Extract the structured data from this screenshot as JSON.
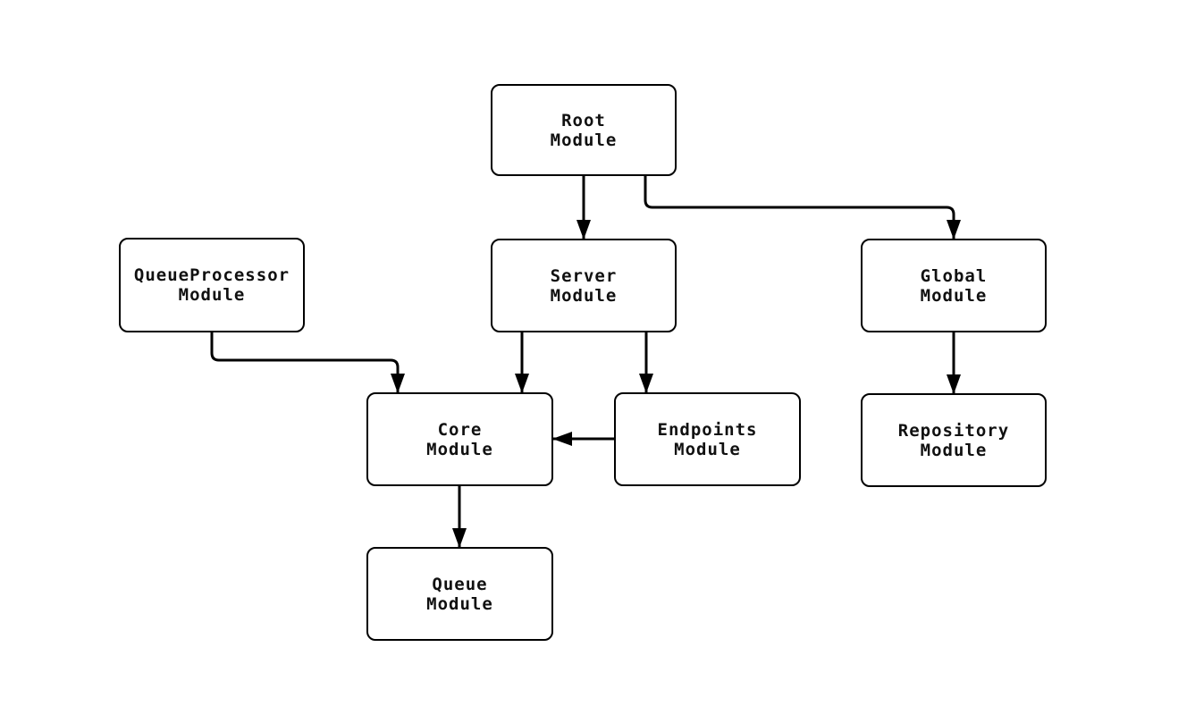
{
  "diagram": {
    "background_color": "#ffffff",
    "stroke_color": "#000000",
    "text_color": "#111111",
    "nodes": [
      {
        "id": "root",
        "label": "Root\nModule"
      },
      {
        "id": "queue_processor",
        "label": "QueueProcessor\nModule"
      },
      {
        "id": "server",
        "label": "Server\nModule"
      },
      {
        "id": "global",
        "label": "Global\nModule"
      },
      {
        "id": "core",
        "label": "Core\nModule"
      },
      {
        "id": "endpoints",
        "label": "Endpoints\nModule"
      },
      {
        "id": "repository",
        "label": "Repository\nModule"
      },
      {
        "id": "queue",
        "label": "Queue\nModule"
      }
    ],
    "edges": [
      {
        "from": "Root Module",
        "to": "Server Module"
      },
      {
        "from": "Root Module",
        "to": "Global Module"
      },
      {
        "from": "QueueProcessor Module",
        "to": "Core Module"
      },
      {
        "from": "Server Module",
        "to": "Core Module"
      },
      {
        "from": "Server Module",
        "to": "Endpoints Module"
      },
      {
        "from": "Endpoints Module",
        "to": "Core Module"
      },
      {
        "from": "Global Module",
        "to": "Repository Module"
      },
      {
        "from": "Core Module",
        "to": "Queue Module"
      }
    ]
  }
}
